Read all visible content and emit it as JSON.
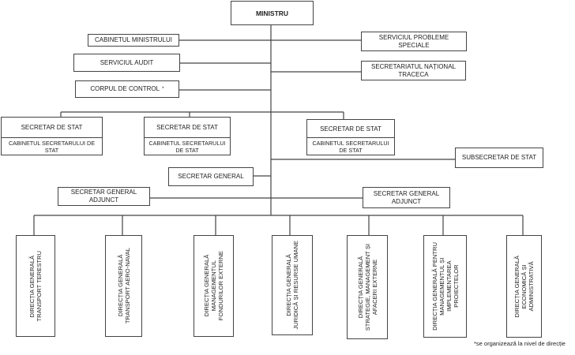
{
  "minister": "MINISTRU",
  "left_units": [
    "CABINETUL MINISTRULUI",
    "SERVICIUL AUDIT",
    "CORPUL DE CONTROL"
  ],
  "control_mark": "*",
  "right_units": [
    "SERVICIUL PROBLEME SPECIALE",
    "SECRETARIATUL NAȚIONAL TRACECA"
  ],
  "state_secretaries": [
    {
      "title": "SECRETAR DE STAT",
      "cabinet": "CABINETUL SECRETARULUI DE STAT"
    },
    {
      "title": "SECRETAR DE STAT",
      "cabinet": "CABINETUL SECRETARULUI DE STAT"
    },
    {
      "title": "SECRETAR DE STAT",
      "cabinet": "CABINETUL SECRETARULUI DE STAT"
    }
  ],
  "undersecretary": "SUBSECRETAR DE STAT",
  "secretary_general": "SECRETAR GENERAL",
  "deputy_secretaries": [
    "SECRETAR GENERAL ADJUNCT",
    "SECRETAR GENERAL ADJUNCT"
  ],
  "directorates": [
    "DIRECȚIA GENERALĂ\nTRANSPORT TERESTRU",
    "DIRECȚIA GENERALĂ\nTRANSPORT AERO-NAVAL",
    "DIRECȚIA GENERALĂ\nMANAGEMENTUL\nFONDURILOR EXTERNE",
    "DIRECȚIA GENERALĂ\nJURIDICĂ ȘI RESURSE UMANE",
    "DIRECȚIA GENERALĂ\nSTRATEGIE, MANAGEMENT ȘI\nAFACERI EXTERNE",
    "DIRECȚIA GENERALĂ PENTRU\nMANAGEMENTUL ȘI\nIMPLEMENTAREA\nPROIECTELOR",
    "DIRECȚIA GENERALĂ\nECONOMICĂ ȘI\nADMINISTRATIVĂ"
  ],
  "footnote": "*se organizează la nivel de direcție"
}
